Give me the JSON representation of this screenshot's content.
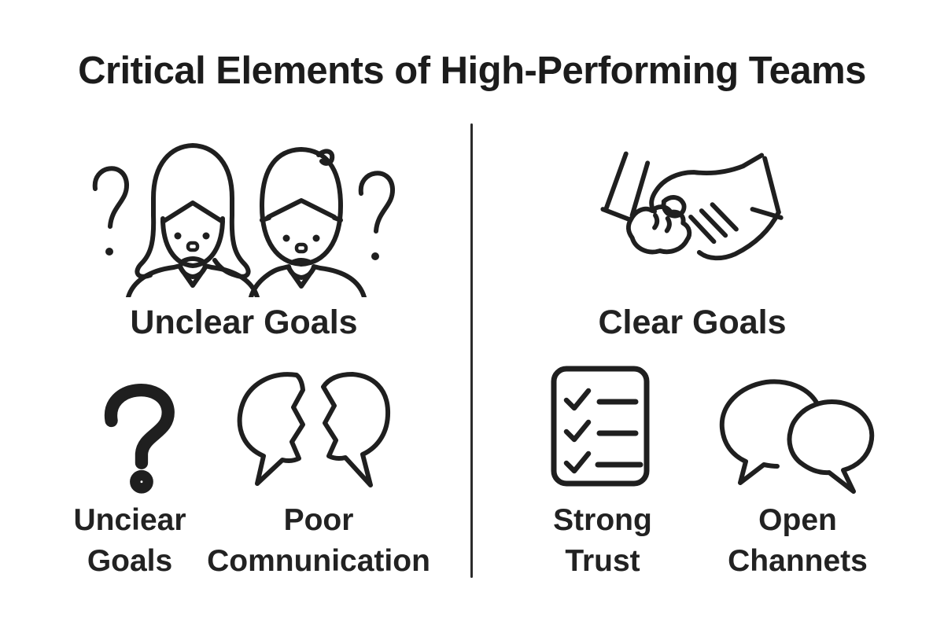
{
  "title": "Critical Elements of High-Performing Teams",
  "colors": {
    "ink": "#1f1f1f",
    "background": "#ffffff"
  },
  "left_panel": {
    "main": {
      "icon": "confused-people-icon",
      "label": "Unclear Goals"
    },
    "items": [
      {
        "icon": "question-mark-icon",
        "label_line1": "Unciear",
        "label_line2": "Goals"
      },
      {
        "icon": "broken-speech-bubbles-icon",
        "label_line1": "Poor",
        "label_line2": "Comnunication"
      }
    ]
  },
  "right_panel": {
    "main": {
      "icon": "handshake-icon",
      "label": "Clear Goals"
    },
    "items": [
      {
        "icon": "checklist-icon",
        "label_line1": "Strong",
        "label_line2": "Trust"
      },
      {
        "icon": "speech-bubbles-icon",
        "label_line1": "Open",
        "label_line2": "Channets"
      }
    ]
  }
}
